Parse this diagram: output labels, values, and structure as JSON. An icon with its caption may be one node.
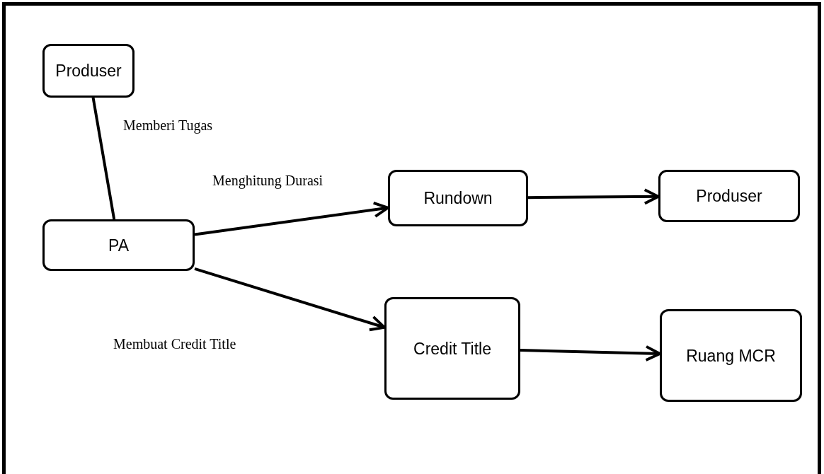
{
  "diagram": {
    "nodes": [
      {
        "text": [
          "Produser"
        ]
      },
      {
        "text": [
          "PA"
        ]
      },
      {
        "text": [
          "Rundown"
        ]
      },
      {
        "text": [
          "Produser"
        ]
      },
      {
        "text": [
          "Credit Title"
        ]
      },
      {
        "text": [
          "Ruang MCR"
        ]
      }
    ],
    "edges": [
      {
        "from": 0,
        "to": 1,
        "arrow": "none",
        "label": "Memberi Tugas"
      },
      {
        "from": 1,
        "to": 2,
        "arrow": "to",
        "label": "Menghitung Durasi"
      },
      {
        "from": 1,
        "to": 4,
        "arrow": "to",
        "label": "Membuat Credit Title"
      },
      {
        "from": 2,
        "to": 3,
        "arrow": "to"
      },
      {
        "from": 4,
        "to": 5,
        "arrow": "to"
      }
    ]
  }
}
